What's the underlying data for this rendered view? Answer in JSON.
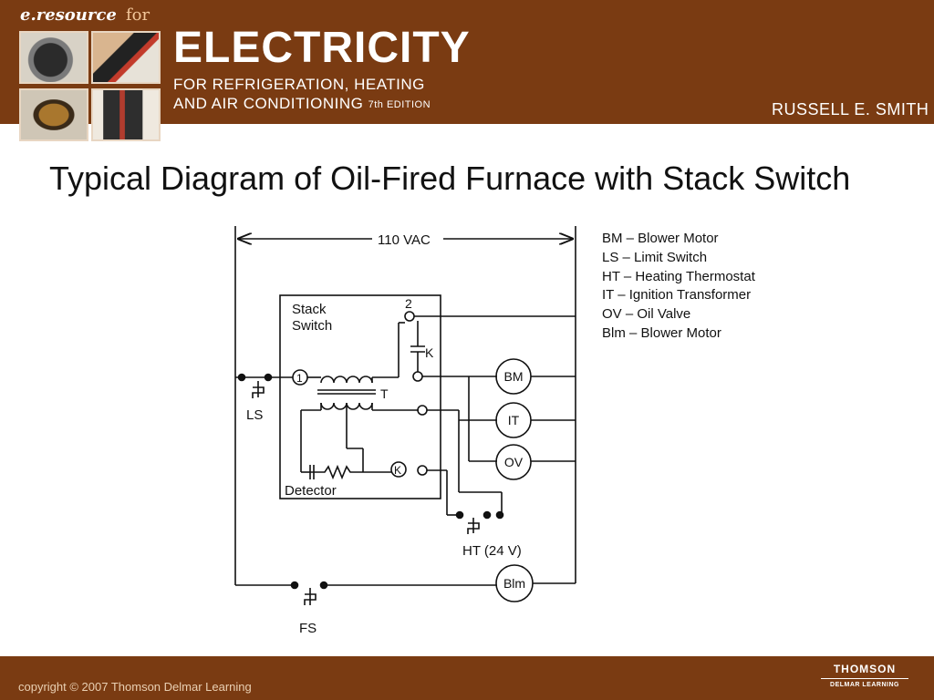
{
  "header": {
    "brand": "e.resource",
    "brand_for": "for",
    "title": "ELECTRICITY",
    "subtitle_line1": "FOR REFRIGERATION, HEATING",
    "subtitle_line2": "AND AIR CONDITIONING",
    "edition": "7th EDITION",
    "author": "RUSSELL E. SMITH"
  },
  "slide": {
    "title": "Typical Diagram of Oil-Fired Furnace with Stack Switch"
  },
  "diagram": {
    "supply_label": "110 VAC",
    "stack_switch_label_1": "Stack",
    "stack_switch_label_2": "Switch",
    "detector_label": "Detector",
    "terminal_1": "1",
    "terminal_2": "2",
    "relay_contact": "K",
    "relay_coil": "K",
    "transformer": "T",
    "limit_switch": "LS",
    "fan_switch": "FS",
    "thermostat": "HT (24 V)",
    "loads": {
      "blower_motor_bm": "BM",
      "ignition_transformer": "IT",
      "oil_valve": "OV",
      "blower_motor_blm": "Blm"
    }
  },
  "legend": [
    "BM – Blower Motor",
    "LS – Limit Switch",
    "HT – Heating Thermostat",
    "IT – Ignition Transformer",
    "OV – Oil Valve",
    "Blm – Blower Motor"
  ],
  "footer": {
    "copyright": "copyright © 2007 Thomson Delmar Learning",
    "publisher": "THOMSON",
    "publisher_sub": "DELMAR LEARNING"
  }
}
